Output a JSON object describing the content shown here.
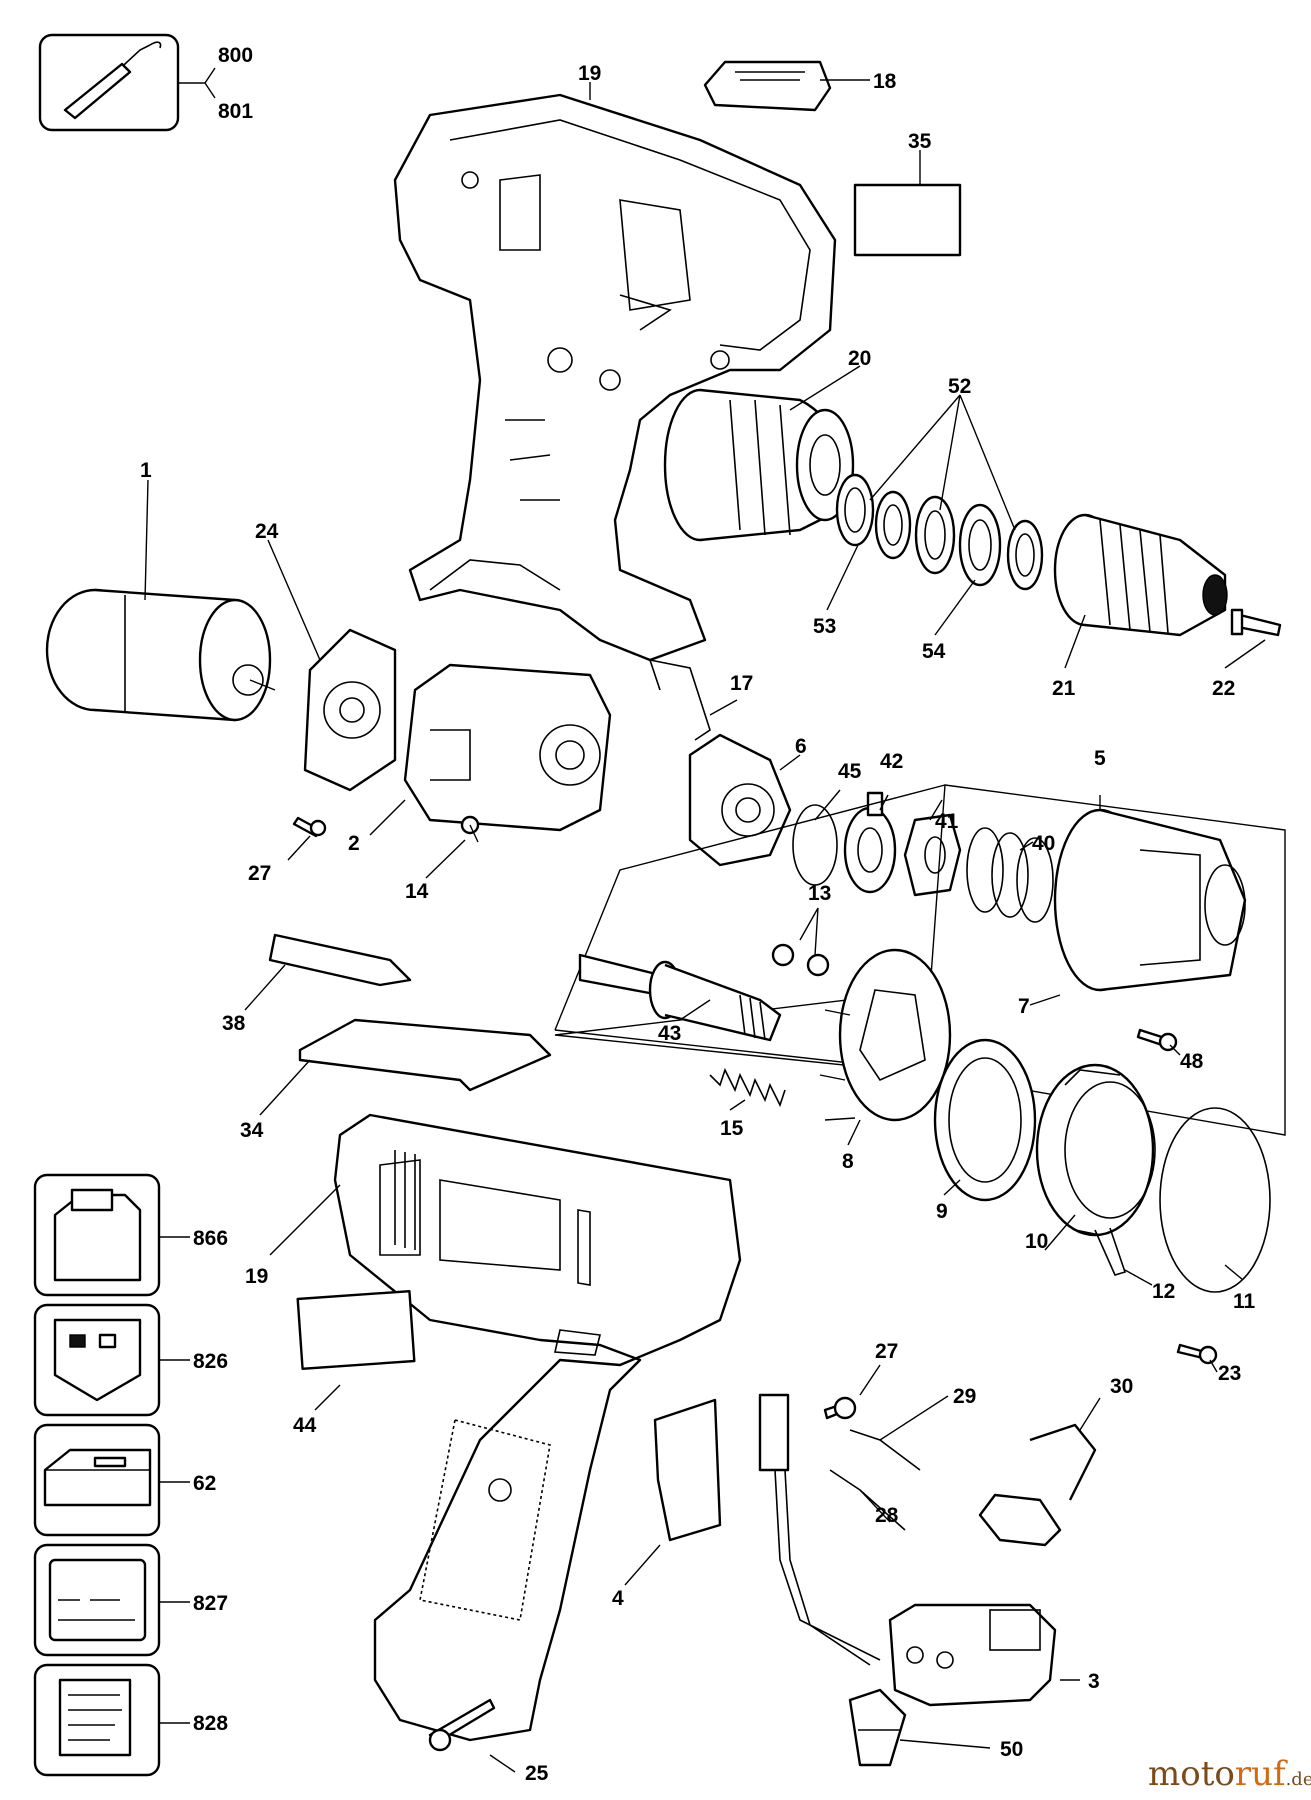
{
  "labels": {
    "p800": "800",
    "p801": "801",
    "p19a": "19",
    "p18": "18",
    "p35": "35",
    "p20": "20",
    "p52": "52",
    "p1": "1",
    "p24": "24",
    "p53": "53",
    "p54": "54",
    "p21": "21",
    "p22": "22",
    "p17": "17",
    "p6": "6",
    "p45": "45",
    "p42": "42",
    "p5": "5",
    "p41": "41",
    "p40": "40",
    "p2": "2",
    "p27a": "27",
    "p14": "14",
    "p13": "13",
    "p38": "38",
    "p43": "43",
    "p7": "7",
    "p48": "48",
    "p15": "15",
    "p34": "34",
    "p8": "8",
    "p9": "9",
    "p10": "10",
    "p866": "866",
    "p19b": "19",
    "p12": "12",
    "p11": "11",
    "p826": "826",
    "p23": "23",
    "p27b": "27",
    "p30": "30",
    "p44": "44",
    "p29": "29",
    "p62": "62",
    "p28": "28",
    "p4": "4",
    "p827": "827",
    "p3": "3",
    "p828": "828",
    "p50": "50",
    "p25": "25"
  },
  "watermark": {
    "part1": "moto",
    "part2": "ruf",
    "part3": ".de"
  },
  "colors": {
    "ink": "#000000",
    "paper": "#ffffff",
    "watermark_brown": "#7b4a1a",
    "watermark_orange": "#d26a12"
  }
}
